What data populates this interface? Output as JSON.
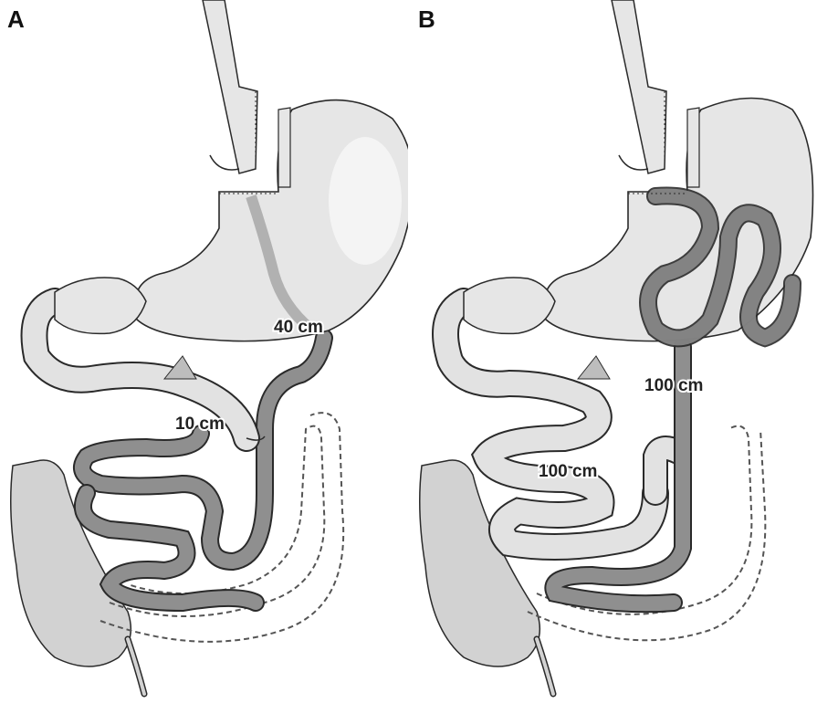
{
  "panels": [
    {
      "letter": "A",
      "labels": {
        "limb_biliopancreatic": "40 cm",
        "limb_short": "10 cm"
      }
    },
    {
      "letter": "B",
      "labels": {
        "limb_upper": "100 cm",
        "limb_lower": "100 cm"
      }
    }
  ],
  "colors": {
    "outline": "#2a2a2a",
    "stomach_fill": "#e6e6e6",
    "stomach_shade": "#c9c9c9",
    "dark_limb": "#8f8f8f",
    "light_limb": "#e2e2e2",
    "colon": "#d2d2d2"
  }
}
